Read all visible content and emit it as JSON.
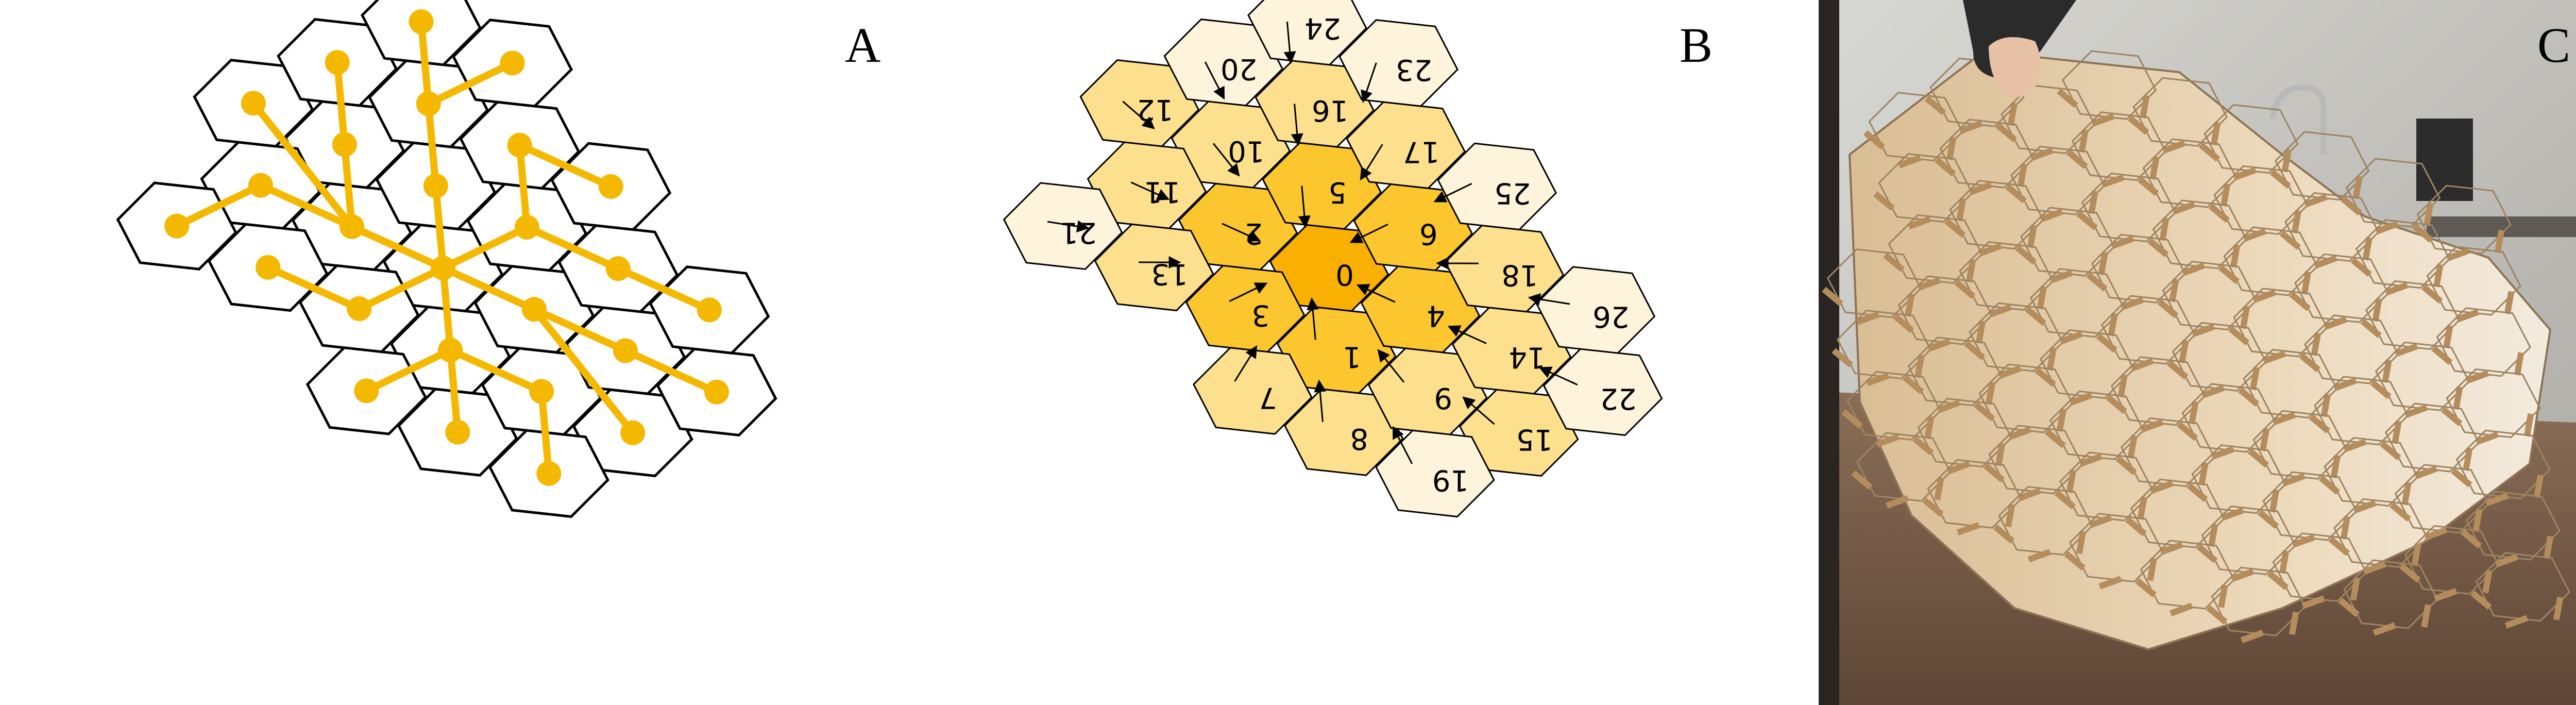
{
  "panels": [
    {
      "id": "A",
      "label": "A"
    },
    {
      "id": "B",
      "label": "B"
    },
    {
      "id": "C",
      "label": "C"
    }
  ],
  "colors": {
    "tree": "#f5b800",
    "cell_outline": "#000000",
    "ring0": "#f9b000",
    "ring1": "#fbc62e",
    "ring2": "#fde08e",
    "ring3": "#fef4db",
    "photo_wood": "#e8d2b0"
  },
  "cells": {
    "hex_labels": [
      "0",
      "1",
      "2",
      "3",
      "4",
      "5",
      "6",
      "7",
      "8",
      "9",
      "10",
      "11",
      "12",
      "13",
      "14",
      "15",
      "16",
      "17",
      "18",
      "19",
      "20",
      "21",
      "22",
      "23",
      "24",
      "25",
      "26"
    ]
  }
}
